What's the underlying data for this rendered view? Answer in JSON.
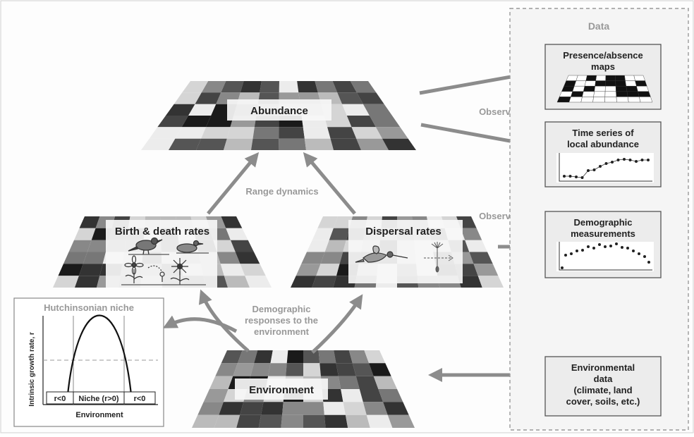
{
  "colors": {
    "arrow": "#8c8c8c",
    "gray_label": "#999999",
    "dark_text": "#222222",
    "box_fill": "#ececec",
    "panel_bg": "#f4f4f4"
  },
  "data_panel": {
    "title": "Data",
    "presence": "Presence/absence maps",
    "presence_l1": "Presence/absence",
    "presence_l2": "maps",
    "timeseries_l1": "Time series of",
    "timeseries_l2": "local abundance",
    "demog_l1": "Demographic",
    "demog_l2": "measurements",
    "env_l1": "Environmental",
    "env_l2": "data",
    "env_l3": "(climate, land",
    "env_l4": "cover, soils, etc.)"
  },
  "grids": {
    "abundance": "Abundance",
    "birth_death": "Birth & death rates",
    "dispersal": "Dispersal rates",
    "environment": "Environment"
  },
  "labels": {
    "observation_1": "Observation",
    "observation_2": "Observation",
    "range_dynamics": "Range dynamics",
    "responses_l1": "Demographic",
    "responses_l2": "responses to the",
    "responses_l3": "environment"
  },
  "niche": {
    "title": "Hutchinsonian niche",
    "y_label": "Intrinsic growth rate, r",
    "x_label": "Environment",
    "left_zone": "r<0",
    "middle_zone": "Niche (r>0)",
    "right_zone": "r<0"
  },
  "icons": [
    "bird-icon",
    "duck-icon",
    "flower-icon",
    "daisy-icon",
    "seed-icon",
    "hummingbird-icon",
    "dandelion-seed-icon",
    "presence-map-icon"
  ]
}
